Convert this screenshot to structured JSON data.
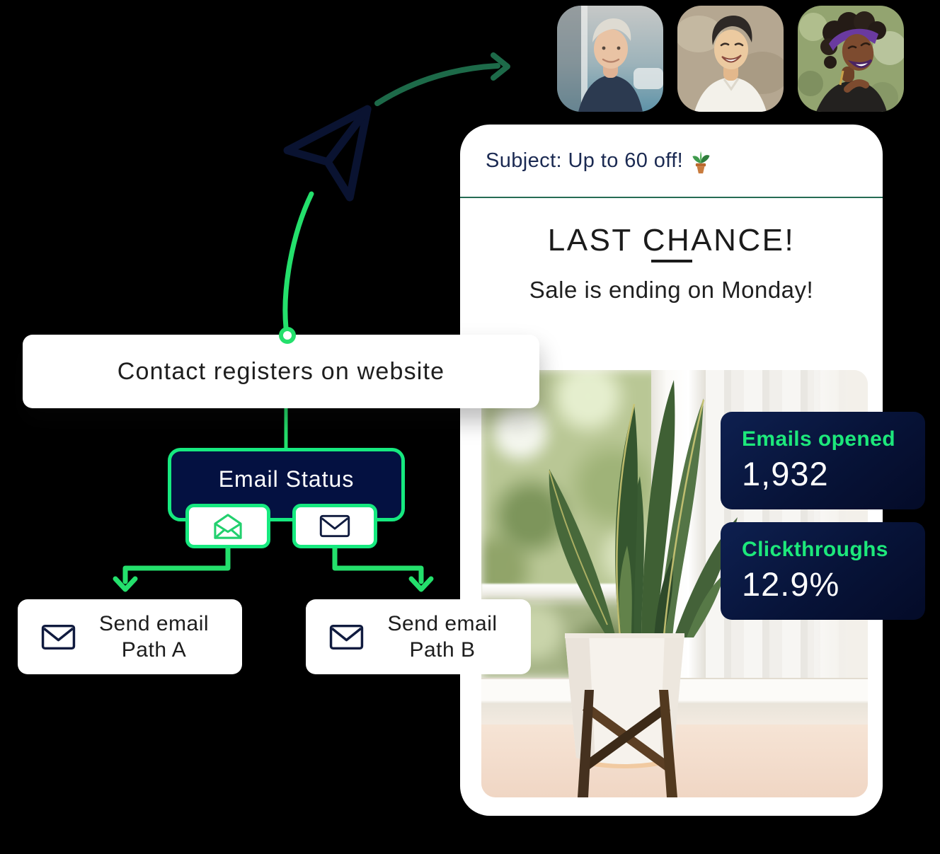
{
  "flow": {
    "contact_label": "Contact registers on website",
    "status_label": "Email Status",
    "branches": [
      {
        "line1": "Send email",
        "line2": "Path A"
      },
      {
        "line1": "Send email",
        "line2": "Path B"
      }
    ]
  },
  "email_preview": {
    "subject": "Subject: Up to 60 off!",
    "headline": "LAST CHANCE!",
    "subheadline": "Sale is ending on Monday!"
  },
  "stats": [
    {
      "label": "Emails opened",
      "value": "1,932"
    },
    {
      "label": "Clickthroughs",
      "value": "12.9%"
    }
  ],
  "icons": {
    "paper_plane": "paper-plane-icon",
    "open_envelope": "open-envelope-icon",
    "closed_envelope": "closed-envelope-icon",
    "potted_plant": "potted-plant-icon"
  },
  "colors": {
    "background": "#000000",
    "green_bright": "#24e06c",
    "green_border": "#16e97f",
    "green_dark": "#1d6a49",
    "navy_fill": "#041141",
    "navy_ink": "#0b1434",
    "stat_green": "#1de87b"
  }
}
